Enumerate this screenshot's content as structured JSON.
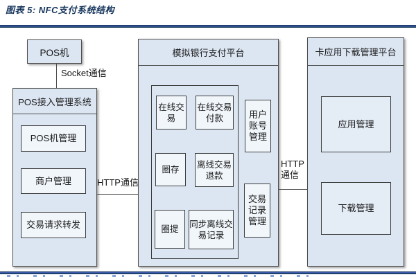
{
  "figure": {
    "title": "图表 5: NFC支付系统结构"
  },
  "colors": {
    "accent_navy": "#17365d",
    "container_fill": "#dce6f2",
    "inner_box_fill": "#f1f6fb",
    "border": "#4d4d4d"
  },
  "diagram": {
    "pos_machine": {
      "label": "POS机"
    },
    "connections": {
      "socket_label": "Socket通信",
      "http_left_label": "HTTP通信",
      "http_right_line1": "HTTP",
      "http_right_line2": "通信"
    },
    "pos_access_system": {
      "title": "POS接入管理系统",
      "items": [
        "POS机管理",
        "商户管理",
        "交易请求转发"
      ]
    },
    "bank_platform": {
      "title": "模拟银行支付平台",
      "group_items": [
        "在线交易",
        "在线交易付款",
        "圈存",
        "离线交易退款",
        "圈提",
        "同步离线交易记录"
      ],
      "side_items": [
        "用户账号管理",
        "交易记录管理"
      ]
    },
    "card_platform": {
      "title": "卡应用下载管理平台",
      "items": [
        "应用管理",
        "下载管理"
      ]
    }
  }
}
